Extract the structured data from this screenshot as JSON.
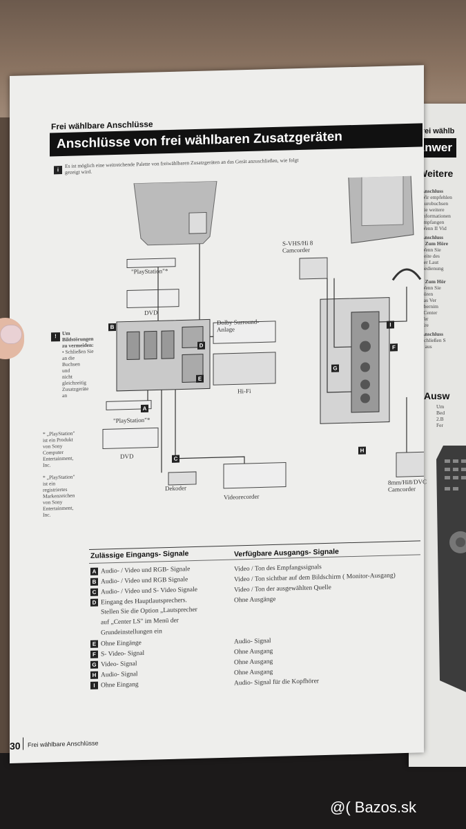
{
  "header": {
    "section_label": "Frei wählbare Anschlüsse",
    "banner_title": "Anschlüsse von frei wählbaren Zusatzgeräten",
    "intro_text": "Es ist möglich eine weitreichende Palette von freiwählbaren Zusatzgeräten an das Gerät anzuschließen, wie folgt",
    "intro_text2": "gezeigt wird."
  },
  "diagram": {
    "labels": {
      "playstation_top": "\"PlayStation\"*",
      "dvd_top": "DVD",
      "dolby": "Dolby Surround-",
      "dolby2": "Anlage",
      "hifi": "Hi-Fi",
      "playstation_bottom": "\"PlayStation\"*",
      "dvd_bottom": "DVD",
      "dekoder": "Dekoder",
      "videorecorder": "Videorecorder",
      "svhs": "S-VHS/Hi 8",
      "svhs2": "Camcorder",
      "camcorder_bottom": "8mm/Hi8/DVC",
      "camcorder_bottom2": "Camcorder"
    },
    "warning": {
      "title": "Um",
      "lines": [
        "Bildstörungen",
        "zu vermeiden:",
        "• Schließen Sie",
        "an die",
        "Buchsen",
        "und",
        "nicht",
        "gleichzeitig",
        "Zusatzgeräte",
        "an"
      ]
    },
    "footnote1": [
      "* „PlayStation\"",
      "ist ein Produkt",
      "von Sony",
      "Computer",
      "Entertainment,",
      "Inc."
    ],
    "footnote2": [
      "* „PlayStation\"",
      "ist ein",
      "registriertes",
      "Markenzeichen",
      "von Sony",
      "Entertainment,",
      "Inc."
    ],
    "letters": [
      "A",
      "B",
      "C",
      "D",
      "E",
      "F",
      "G",
      "H",
      "I"
    ]
  },
  "signals": {
    "col1_header": "Zulässige Eingangs- Signale",
    "col2_header": "Verfügbare Ausgangs- Signale",
    "inputs": [
      {
        "letter": "A",
        "text": "Audio- / Video und RGB- Signale"
      },
      {
        "letter": "B",
        "text": "Audio- / Video und RGB Signale"
      },
      {
        "letter": "C",
        "text": "Audio- / Video und S- Video Signale"
      },
      {
        "letter": "D",
        "text": "Eingang des Hauptlautsprechers."
      },
      {
        "letter": "",
        "text": "Stellen Sie die Option „Lautsprecher"
      },
      {
        "letter": "",
        "text": "auf „Center LS\" im Menü der"
      },
      {
        "letter": "",
        "text": "Grundeinstellungen ein"
      },
      {
        "letter": "E",
        "text": "Ohne Eingänge"
      },
      {
        "letter": "F",
        "text": "S- Video- Signal"
      },
      {
        "letter": "G",
        "text": "Video- Signal"
      },
      {
        "letter": "H",
        "text": "Audio- Signal"
      },
      {
        "letter": "I",
        "text": "Ohne Eingang"
      }
    ],
    "outputs": [
      "Video / Ton des Empfangssignals",
      "Video / Ton sichtbar auf dem Bildschirm ( Monitor-Ausgang)",
      "Video / Ton der ausgewählten Quelle",
      "Ohne Ausgänge",
      "",
      "",
      "",
      "Audio- Signal",
      "Ohne Ausgang",
      "Ohne Ausgang",
      "Ohne Ausgang",
      "Audio- Signal für die Kopfhörer"
    ]
  },
  "footer": {
    "page_number": "30",
    "running_title": "Frei wählbare Anschlüsse"
  },
  "right_page": {
    "section_label": "Frei wählb",
    "banner": "Anwer",
    "heading": "Weitere",
    "lines": [
      "Anschluss",
      "Wir empfehlen",
      "Eurobuchsen",
      "Sie weitere",
      "Informationen",
      "empfangen",
      "Wenn II Vid",
      "Anschluss",
      "1 Zum Höre",
      "Wenn Sie",
      "Seite des",
      "der Laut",
      "Bedienung",
      "2 Zum Hör",
      "Wenn Sie",
      "hören",
      "das Ver",
      "übernim",
      "„Center",
      "Ver",
      "Cre",
      "Anschluss",
      "Schließen S",
      "4 aus"
    ],
    "heading2": "Ausw",
    "lines2": [
      "Um",
      "Bed",
      "2.B",
      "Fer"
    ]
  },
  "watermark": "@( Bazos.sk"
}
